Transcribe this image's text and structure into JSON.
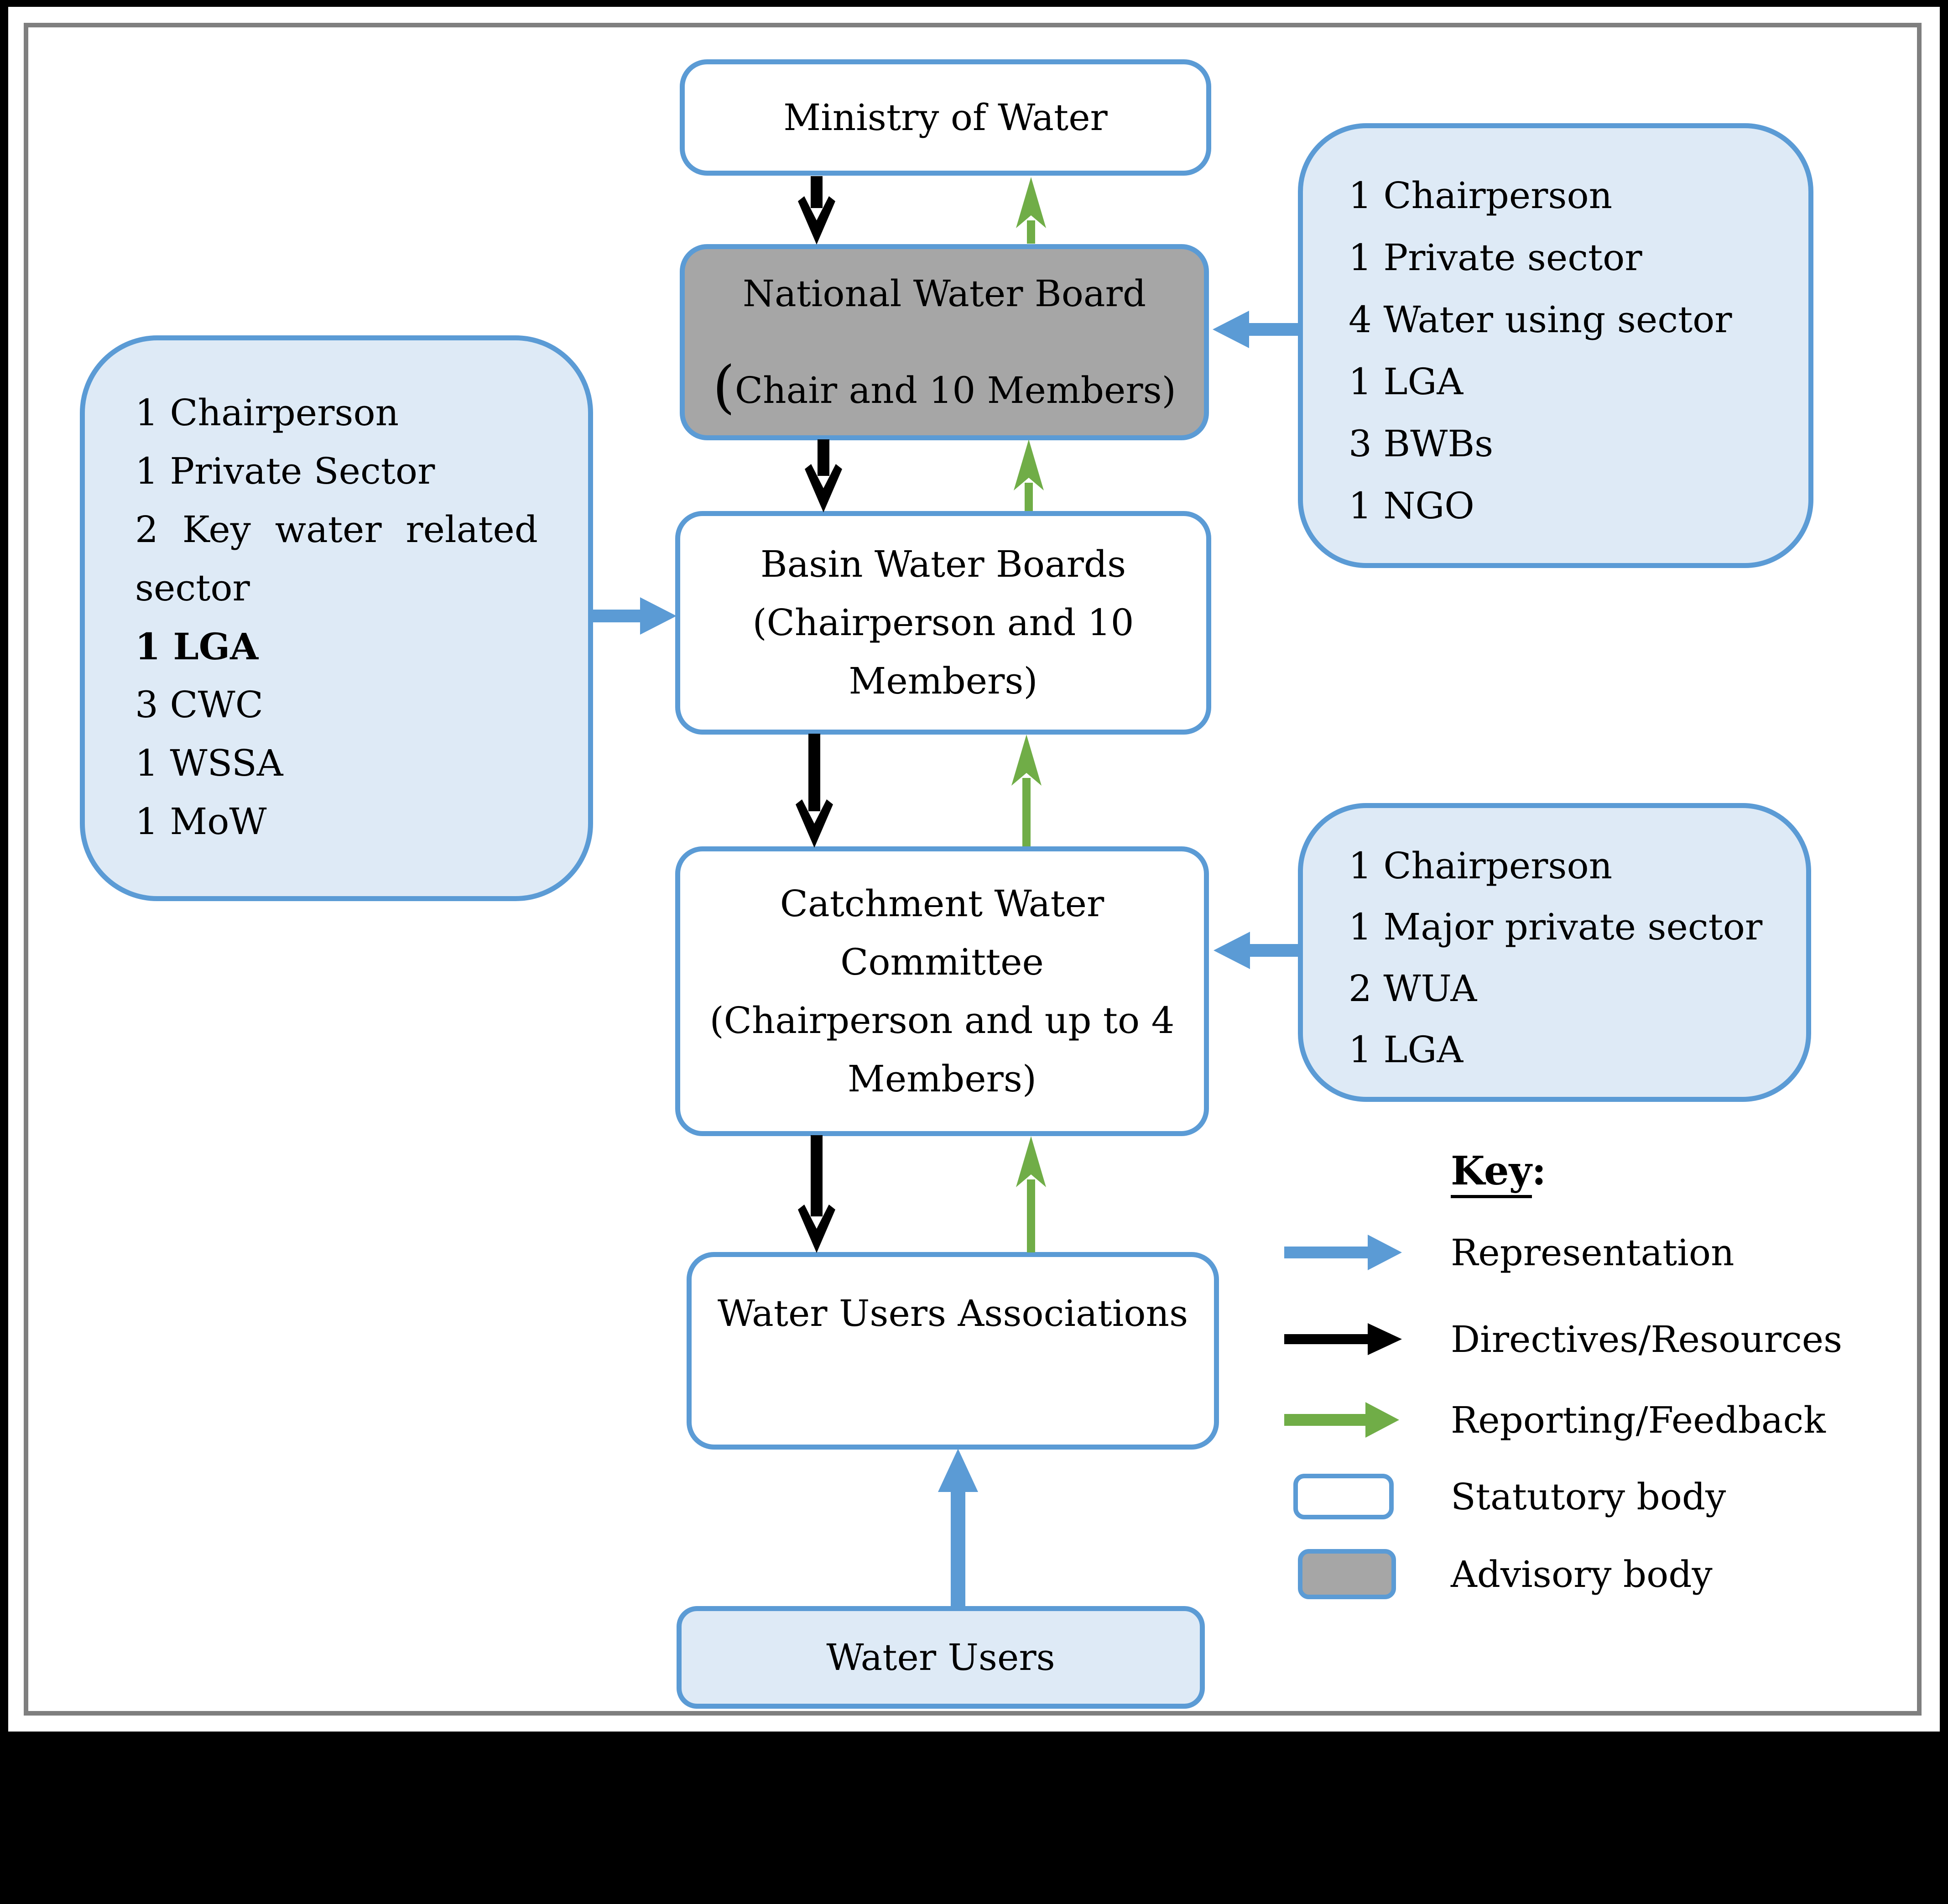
{
  "colors": {
    "blue": "#5B9BD5",
    "light_blue": "#DEEAF6",
    "gray_fill": "#A6A6A6",
    "green": "#70AD47",
    "ink": "#000000",
    "frame_gray": "#7F7F7F"
  },
  "nodes": {
    "ministry": {
      "label": "Ministry of Water"
    },
    "national_water_board": {
      "line1": "National Water Board",
      "paren": "(",
      "line2": "Chair and 10 Members)"
    },
    "basin_water_boards": {
      "line1": "Basin Water Boards",
      "line2": "(Chairperson and 10",
      "line3": "Members)"
    },
    "catchment_water_committee": {
      "line1": "Catchment Water",
      "line2": "Committee",
      "line3": "(Chairperson and up to 4",
      "line4": "Members)"
    },
    "water_users_associations": {
      "label": "Water Users Associations"
    },
    "water_users": {
      "label": "Water Users"
    }
  },
  "annotations": {
    "basin_membership": {
      "items": [
        "1 Chairperson",
        "1 Private Sector",
        "2 Key water related sector",
        "1 LGA",
        "3 CWC",
        "1 WSSA",
        "1 MoW"
      ]
    },
    "nwb_membership": {
      "items": [
        "1 Chairperson",
        "1 Private sector",
        "4 Water using sector",
        "1 LGA",
        "3 BWBs",
        "1 NGO"
      ]
    },
    "cwc_membership": {
      "items": [
        "1 Chairperson",
        "1 Major private sector",
        "2 WUA",
        "1 LGA"
      ]
    }
  },
  "legend": {
    "title": "Key",
    "title_colon": ":",
    "items": [
      {
        "symbol": "blue-arrow",
        "label": "Representation"
      },
      {
        "symbol": "black-arrow",
        "label": "Directives/Resources"
      },
      {
        "symbol": "green-arrow",
        "label": "Reporting/Feedback"
      },
      {
        "symbol": "white-box",
        "label": "Statutory body"
      },
      {
        "symbol": "gray-box",
        "label": "Advisory body"
      }
    ]
  }
}
